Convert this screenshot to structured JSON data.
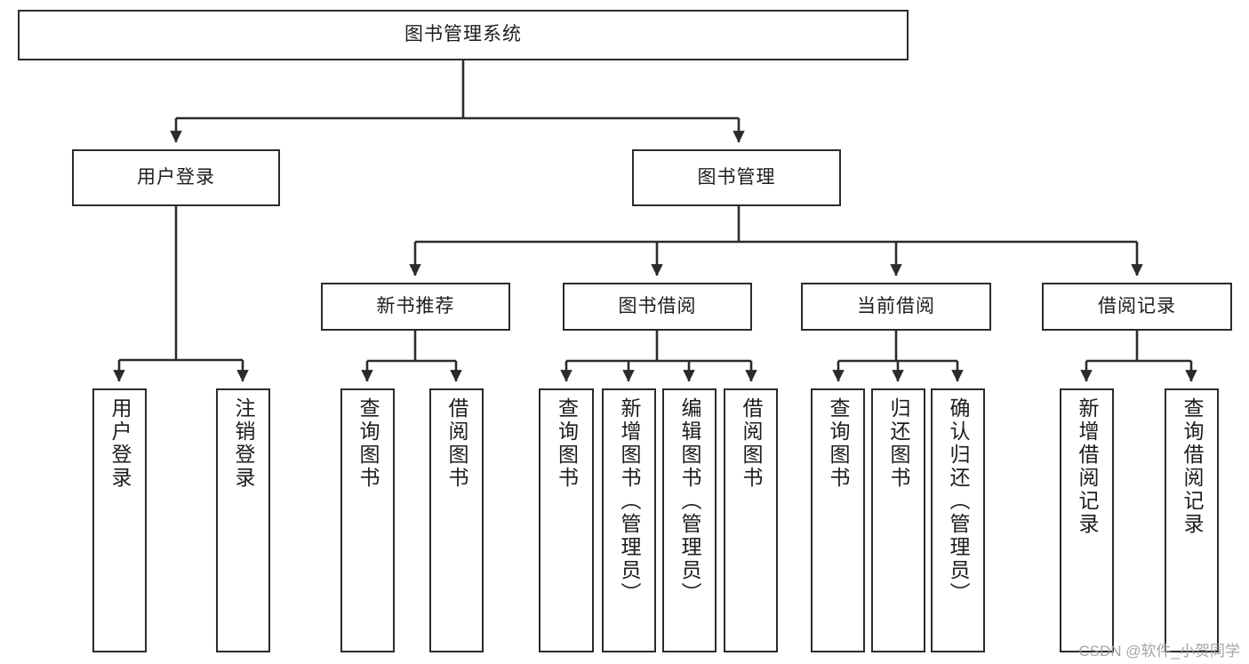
{
  "diagram": {
    "title": "图书管理系统",
    "type": "tree-hierarchy",
    "watermark": "CSDN @软件_小贺同学",
    "colors": {
      "box_border": "#2b2b2b",
      "box_fill": "#ffffff",
      "connector": "#2b2b2b",
      "text": "#1d1d1d",
      "watermark": "#9c9c9c"
    },
    "root": {
      "label": "图书管理系统"
    },
    "level2": [
      {
        "label": "用户登录"
      },
      {
        "label": "图书管理"
      }
    ],
    "level3": [
      {
        "label": "新书推荐"
      },
      {
        "label": "图书借阅"
      },
      {
        "label": "当前借阅"
      },
      {
        "label": "借阅记录"
      }
    ],
    "leaves": {
      "user_login": [
        {
          "label": "用户登录"
        },
        {
          "label": "注销登录"
        }
      ],
      "new_book_recommend": [
        {
          "label": "查询图书"
        },
        {
          "label": "借阅图书"
        }
      ],
      "book_borrow": [
        {
          "label": "查询图书"
        },
        {
          "label": "新增图书（管理员）"
        },
        {
          "label": "编辑图书（管理员）"
        },
        {
          "label": "借阅图书"
        }
      ],
      "current_borrow": [
        {
          "label": "查询图书"
        },
        {
          "label": "归还图书"
        },
        {
          "label": "确认归还（管理员）"
        }
      ],
      "borrow_record": [
        {
          "label": "新增借阅记录"
        },
        {
          "label": "查询借阅记录"
        }
      ]
    }
  }
}
